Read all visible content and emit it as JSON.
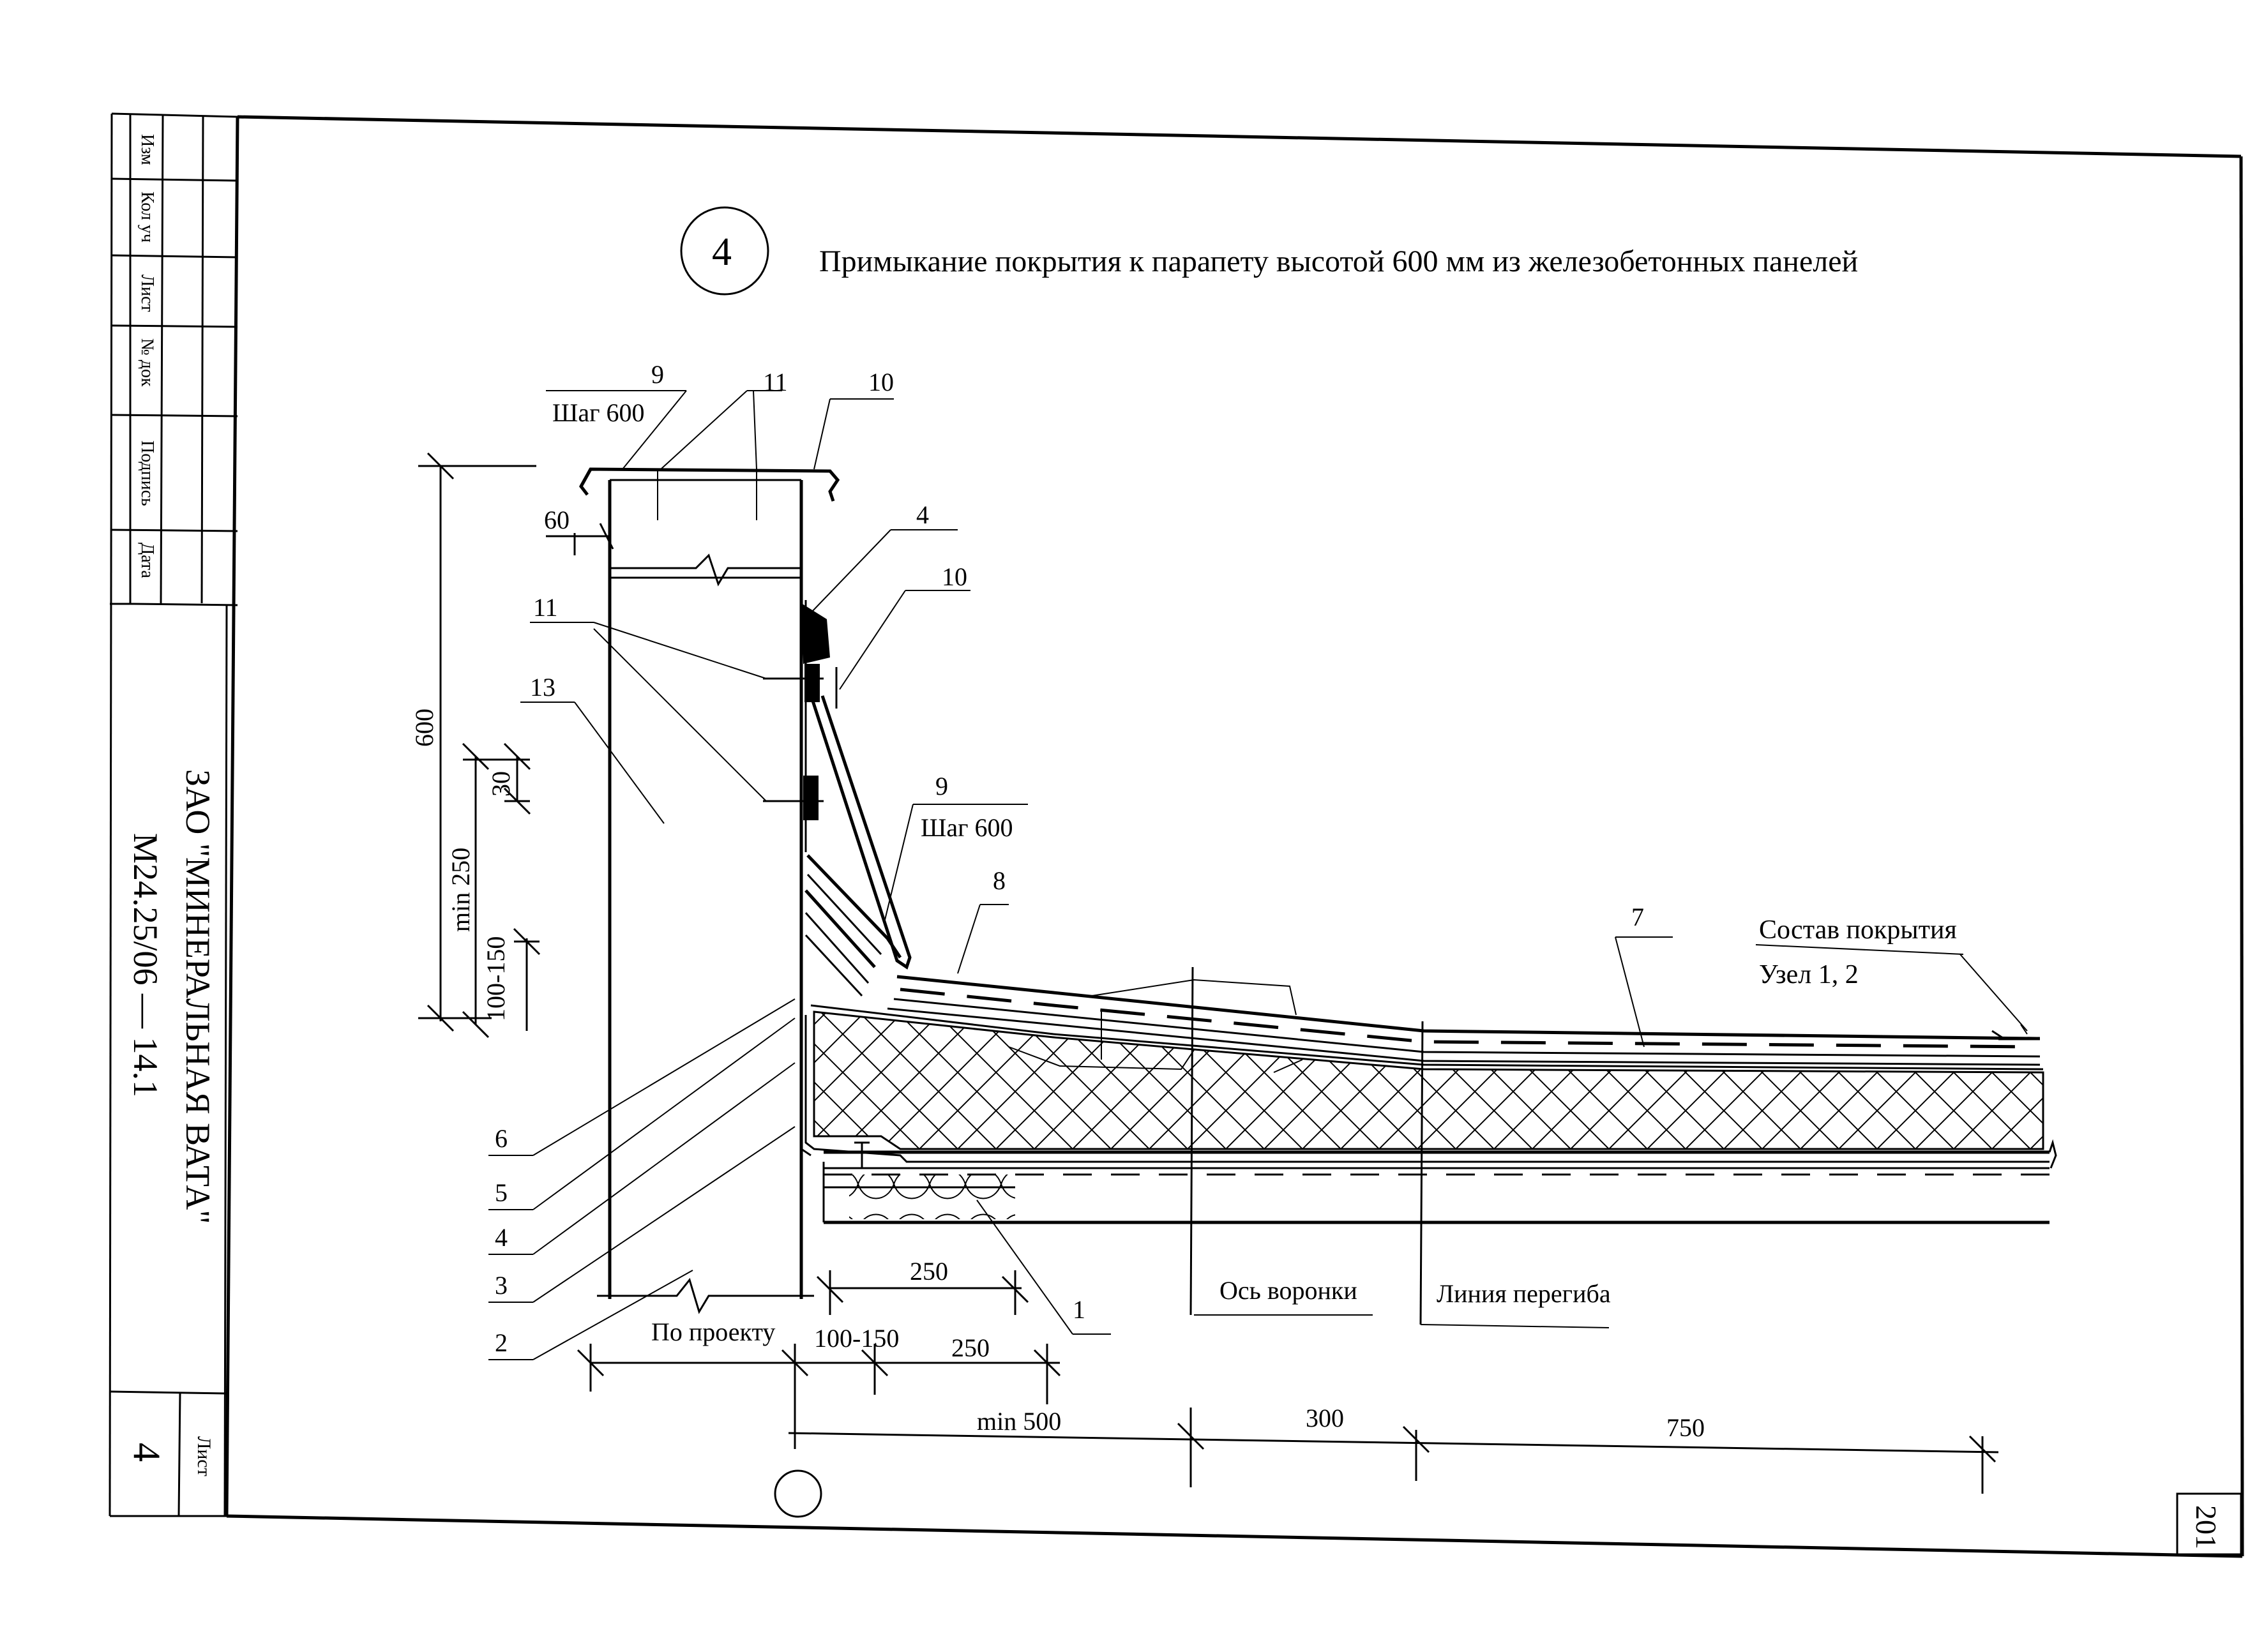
{
  "drawing": {
    "title": "Примыкание покрытия к парапету высотой 600 мм из железобетонных панелей",
    "detail_number": "4",
    "company": "ЗАО \"МИНЕРАЛЬНАЯ ВАТА\"",
    "document_code": "М24.25/06  —  14.1",
    "sheet_label": "Лист",
    "sheet_number": "4",
    "page_number": "201"
  },
  "stamp_columns": [
    "Изм",
    "Кол уч",
    "Лист",
    "№ док",
    "Подпись",
    "Дата"
  ],
  "callouts": {
    "n1": "1",
    "n2": "2",
    "n3": "3",
    "n4": "4",
    "n5": "5",
    "n6": "6",
    "n7": "7",
    "n8": "8",
    "n9_top": "9",
    "n9_mid": "9",
    "n10_top": "10",
    "n10_mid": "10",
    "n11_top": "11",
    "n11_mid": "11",
    "n13": "13",
    "n4_top": "4"
  },
  "notes": {
    "step_top": "Шаг 600",
    "step_mid": "Шаг 600",
    "roof_composition": "Состав покрытия",
    "node": "Узел 1, 2",
    "funnel_axis": "Ось воронки",
    "fold_line": "Линия перегиба",
    "by_project": "По проекту"
  },
  "dimensions": {
    "d600": "600",
    "d60": "60",
    "d30": "30",
    "dmin250": "min 250",
    "d100_150_v": "100-150",
    "d250_top": "250",
    "d100_150_h": "100-150",
    "d250_bot": "250",
    "dmin500": "min 500",
    "d300": "300",
    "d750": "750"
  }
}
